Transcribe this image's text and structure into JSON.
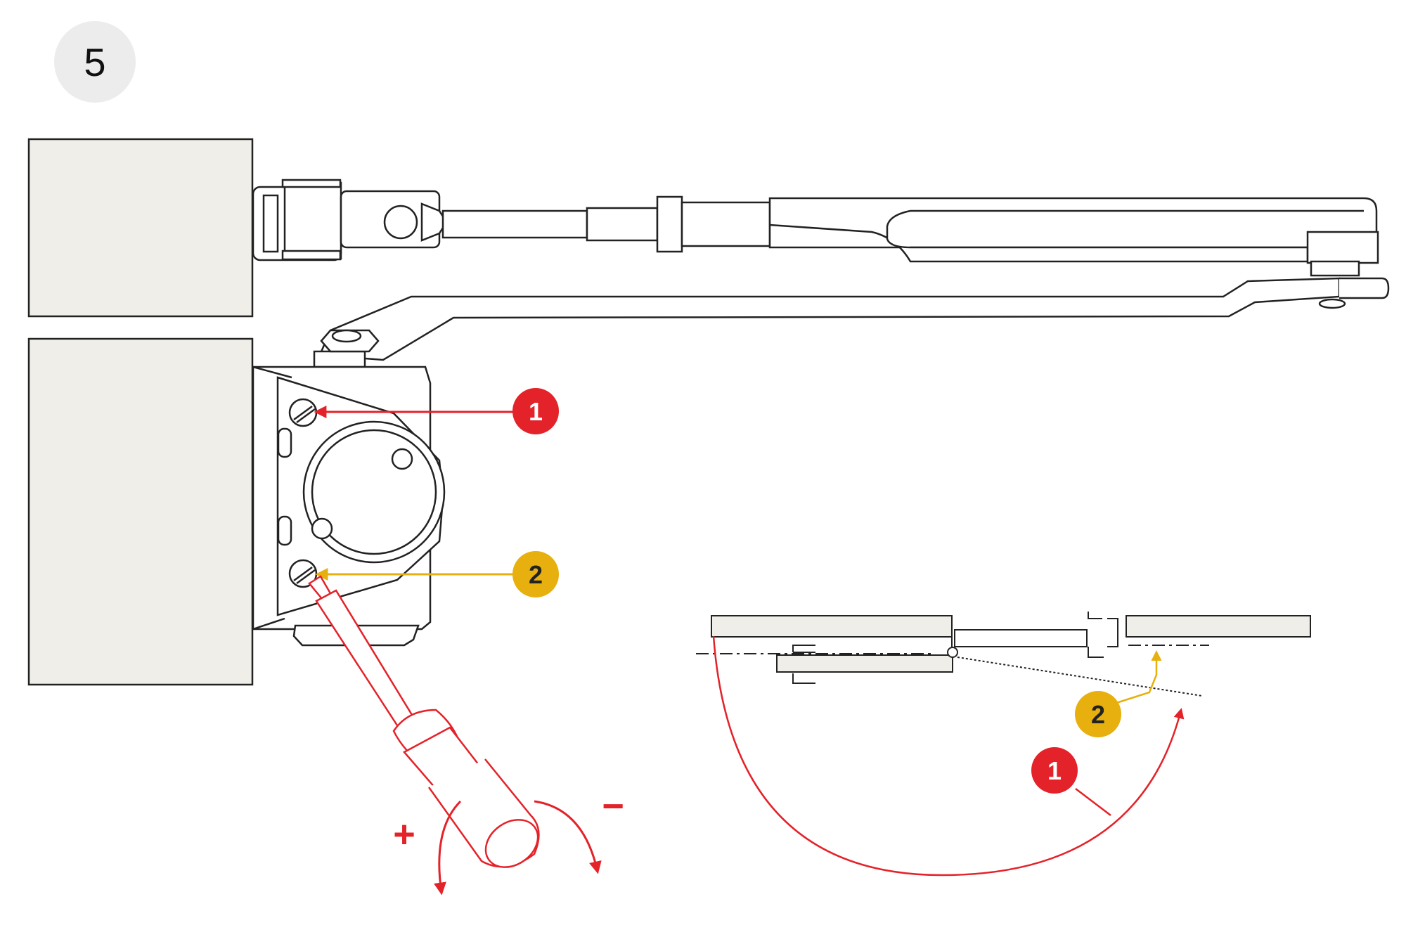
{
  "step": {
    "number": "5"
  },
  "callouts": {
    "valve_1": "1",
    "valve_2": "2",
    "arc_1": "1",
    "arc_2": "2"
  },
  "screwdriver": {
    "plus_sign": "+",
    "minus_sign": "−"
  },
  "colors": {
    "callout_1": "#e42229",
    "callout_2": "#e7b00e",
    "wall_fill": "#efeee8",
    "outline": "#222222"
  }
}
